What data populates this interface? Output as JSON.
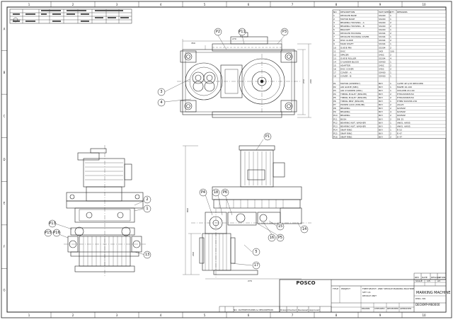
{
  "frame": {
    "top_zones": [
      "1",
      "2",
      "3",
      "4",
      "5",
      "6",
      "7",
      "8",
      "9",
      "10"
    ],
    "bottom_zones": [
      "1",
      "2",
      "3",
      "4",
      "5",
      "6",
      "7",
      "8",
      "9",
      "10"
    ],
    "left_zones": [
      "A",
      "B",
      "C",
      "D",
      "E",
      "F",
      "G"
    ]
  },
  "bom": {
    "headers": [
      "NO",
      "DESCRIPTION",
      "MAT'(SPEC)",
      "QTY",
      "REMARKS"
    ],
    "rows": [
      {
        "no": "1",
        "desc": "DECKLER BASE",
        "mat": "SS400",
        "qty": "1",
        "rem": ""
      },
      {
        "no": "2",
        "desc": "MOTOR BASE",
        "mat": "SS400",
        "qty": "1",
        "rem": ""
      },
      {
        "no": "3",
        "desc": "BEARING HOUSING - A",
        "mat": "SS400",
        "qty": "2",
        "rem": ""
      },
      {
        "no": "4",
        "desc": "BEARING HOUSING - B",
        "mat": "SS400",
        "qty": "2",
        "rem": ""
      },
      {
        "no": "5",
        "desc": "BRACKET",
        "mat": "SS400",
        "qty": "1",
        "rem": ""
      },
      {
        "no": "6",
        "desc": "DECKLER HOUSING",
        "mat": "SS304",
        "qty": "2",
        "rem": ""
      },
      {
        "no": "7",
        "desc": "DECKLER HOUSING COVER",
        "mat": "SS304",
        "qty": "1",
        "rem": ""
      },
      {
        "no": "8",
        "desc": "DISC GUIDE",
        "mat": "SS304",
        "qty": "2",
        "rem": ""
      },
      {
        "no": "9",
        "desc": "MAIN SHAFT",
        "mat": "SS304",
        "qty": "1",
        "rem": ""
      },
      {
        "no": "10",
        "desc": "GUIDE PIN",
        "mat": "SS304",
        "qty": "2",
        "rem": ""
      },
      {
        "no": "11",
        "desc": "DISC",
        "mat": "SKD",
        "qty": "100",
        "rem": ""
      },
      {
        "no": "12",
        "desc": "SPACER",
        "mat": "S45C",
        "qty": "2",
        "rem": ""
      },
      {
        "no": "13",
        "desc": "GUIDE ROLLER",
        "mat": "SS304",
        "qty": "4",
        "rem": ""
      },
      {
        "no": "14",
        "desc": "CYLINDER BLOCK",
        "mat": "SS400",
        "qty": "1",
        "rem": ""
      },
      {
        "no": "15",
        "desc": "ADAPTER",
        "mat": "S45C",
        "qty": "2",
        "rem": ""
      },
      {
        "no": "16",
        "desc": "DISC COVER",
        "mat": "S45C",
        "qty": "2",
        "rem": ""
      },
      {
        "no": "17",
        "desc": "COVER - A",
        "mat": "SS400",
        "qty": "1",
        "rem": ""
      },
      {
        "no": "18",
        "desc": "COVER - B",
        "mat": "SS400",
        "qty": "1",
        "rem": ""
      },
      {
        "no": "",
        "desc": "",
        "mat": "",
        "qty": "",
        "rem": ""
      },
      {
        "no": "P1",
        "desc": "MOTOR (SHIMPO?)",
        "mat": "BUY",
        "qty": "1",
        "rem": "1/2HP 4P 1/15 REDUCER"
      },
      {
        "no": "P2",
        "desc": "AIR GUIDE (SMC)",
        "mat": "BUY",
        "qty": "1",
        "rem": "MGPM 16-100"
      },
      {
        "no": "P3",
        "desc": "AIR CYLINDER (SMC)",
        "mat": "BUY",
        "qty": "1",
        "rem": "CDG1BN 20-100"
      },
      {
        "no": "P4",
        "desc": "TIMING PULLEY (MISUMI)",
        "mat": "BUY",
        "qty": "2",
        "rem": "HTPA30S5M150"
      },
      {
        "no": "P5",
        "desc": "TIMING PULLEY (MISUMI)",
        "mat": "BUY",
        "qty": "2",
        "rem": "HTPA30S5M150"
      },
      {
        "no": "P6",
        "desc": "TIMING BELT (MISUMI)",
        "mat": "BUY",
        "qty": "1",
        "rem": "HTBN 500S5M-150"
      },
      {
        "no": "P7",
        "desc": "POWER LOCK (MISUMI)",
        "mat": "BUY",
        "qty": "2",
        "rem": "ASL25"
      },
      {
        "no": "P8",
        "desc": "BEARING",
        "mat": "BUY",
        "qty": "2",
        "rem": "6205ZZ"
      },
      {
        "no": "P9",
        "desc": "BEARING",
        "mat": "BUY",
        "qty": "4",
        "rem": "6205ZZ"
      },
      {
        "no": "P10",
        "desc": "BEARING",
        "mat": "BUY",
        "qty": "2",
        "rem": "6005ZZ"
      },
      {
        "no": "P11",
        "desc": "BUSH",
        "mat": "BUY",
        "qty": "2",
        "rem": "DB 25"
      },
      {
        "no": "P12",
        "desc": "BEARING NUT, WASHER",
        "mat": "BUY",
        "qty": "1",
        "rem": "AN05, AW05"
      },
      {
        "no": "P13",
        "desc": "BEARING NUT, WASHER",
        "mat": "BUY",
        "qty": "1",
        "rem": "AN05, AW05"
      },
      {
        "no": "P14",
        "desc": "SNAP RING",
        "mat": "BUY",
        "qty": "1",
        "rem": "R 52"
      },
      {
        "no": "P15",
        "desc": "SNAP RING",
        "mat": "BUY",
        "qty": "2",
        "rem": "R 47"
      },
      {
        "no": "P16",
        "desc": "SNAP RING",
        "mat": "BUY",
        "qty": "2",
        "rem": "H 47"
      }
    ]
  },
  "callouts": [
    {
      "label": "P2",
      "name": "callout-p2"
    },
    {
      "label": "P11",
      "name": "callout-p11"
    },
    {
      "label": "P3",
      "name": "callout-p3"
    },
    {
      "label": "3",
      "name": "callout-3"
    },
    {
      "label": "4",
      "name": "callout-4"
    },
    {
      "label": "P1",
      "name": "callout-p1"
    },
    {
      "label": "2",
      "name": "callout-2"
    },
    {
      "label": "1",
      "name": "callout-1"
    },
    {
      "label": "P13",
      "name": "callout-p13"
    },
    {
      "label": "P15",
      "name": "callout-p15"
    },
    {
      "label": "P16",
      "name": "callout-p16"
    },
    {
      "label": "13",
      "name": "callout-13"
    },
    {
      "label": "P4",
      "name": "callout-p4"
    },
    {
      "label": "18",
      "name": "callout-18"
    },
    {
      "label": "P6",
      "name": "callout-p6"
    },
    {
      "label": "14",
      "name": "callout-14"
    },
    {
      "label": "15",
      "name": "callout-15"
    },
    {
      "label": "16",
      "name": "callout-16"
    },
    {
      "label": "P5",
      "name": "callout-p5"
    },
    {
      "label": "5",
      "name": "callout-5"
    },
    {
      "label": "17",
      "name": "callout-17"
    }
  ],
  "dimensions": {
    "top_width": "270",
    "top_total": "350",
    "top_height": "250",
    "top_side": "200",
    "front_height": "860",
    "side_width": "270",
    "side_height": "260"
  },
  "title_block": {
    "logo": "POSCO",
    "project_label": "TITLE",
    "project_text": "PROJECT",
    "project_lines": [
      "FREE SELECT, 2ND? DECKLE MARKING MACHINE",
      "SHT 1/1",
      "DECKLE UNIT"
    ],
    "title": "MARKING MACHINE",
    "dwg_label": "DWG. NO.",
    "dwg_no": "DECKMP-M60000",
    "scale_label": "SCALE",
    "scale": "1/5",
    "size": "A3",
    "revision_header": [
      "NO.",
      "DATE",
      "REVISIONS & DESCRIPTION",
      "Drawn",
      "Checked",
      "Reviewed",
      "Approved"
    ],
    "sign_header": [
      "DRAWN",
      "CHECKED",
      "REVIEWED",
      "APPROVED"
    ]
  },
  "revision_table": {
    "headers": [
      "REV",
      "DATE",
      "DESCRIPTION",
      "A",
      "B",
      "C"
    ]
  }
}
